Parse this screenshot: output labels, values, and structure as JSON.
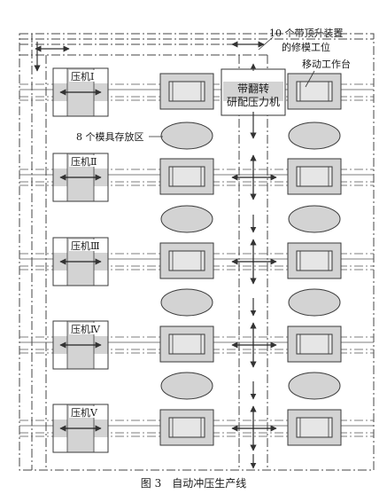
{
  "presses": [
    "压机Ⅰ",
    "压机Ⅱ",
    "压机Ⅲ",
    "压机Ⅳ",
    "压机Ⅴ"
  ],
  "callouts": {
    "repair_stations_line1": "10 个带顶升装置",
    "repair_stations_line2": "的修模工位",
    "moving_table": "移动工作台",
    "storage_area": "8 个模具存放区"
  },
  "tryout_press": {
    "line1": "带翻转",
    "line2": "研配压力机"
  },
  "caption": "图 3　自动冲压生产线",
  "colors": {
    "fill": "#d3d3d3",
    "stroke": "#3a3a3a",
    "background": "#ffffff"
  }
}
